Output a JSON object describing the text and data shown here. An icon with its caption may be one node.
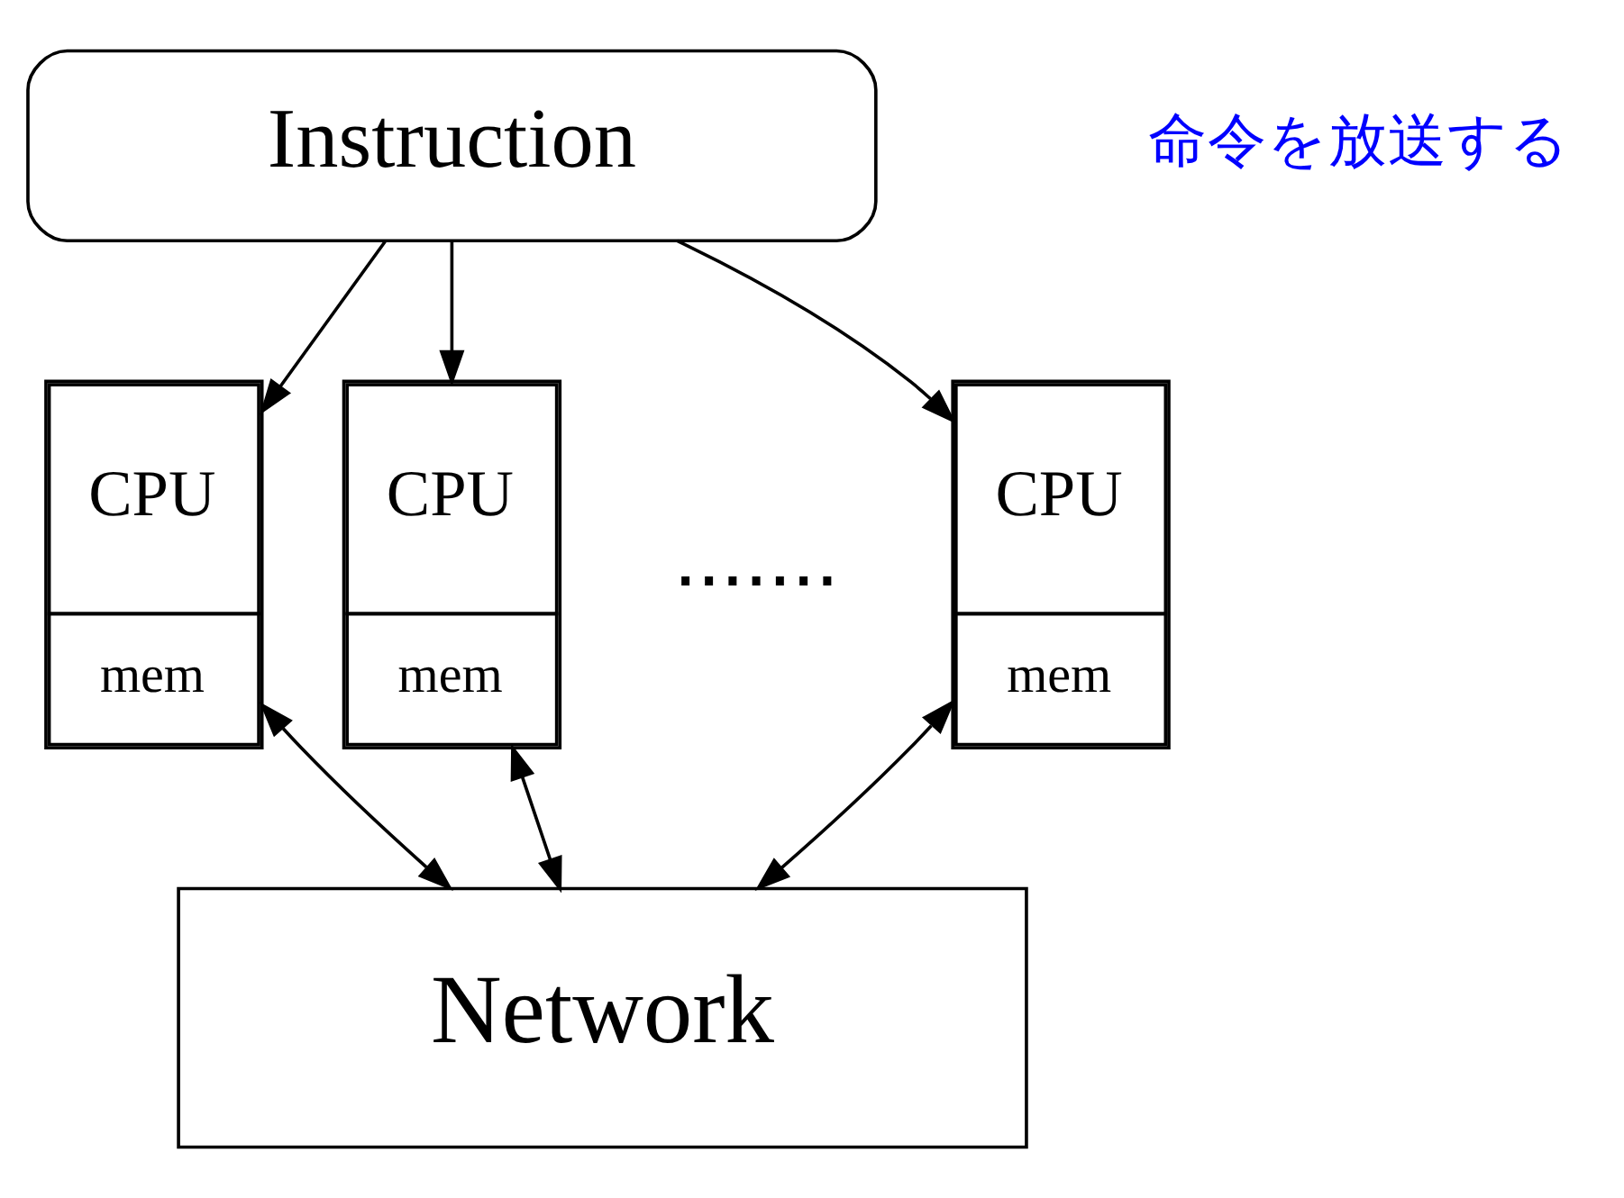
{
  "diagram": {
    "nodes": [
      {
        "text": [
          "Instruction"
        ]
      },
      {
        "text": [
          "CPU",
          "mem"
        ]
      },
      {
        "text": [
          "CPU",
          "mem"
        ]
      },
      {
        "text": [
          "CPU",
          "mem"
        ]
      },
      {
        "text": [
          "Network"
        ]
      }
    ],
    "edges": [
      {
        "from": 0,
        "to": 1,
        "arrow": "to"
      },
      {
        "from": 0,
        "to": 2,
        "arrow": "to"
      },
      {
        "from": 0,
        "to": 3,
        "arrow": "to"
      },
      {
        "from": 1,
        "to": 4,
        "arrow": "both"
      },
      {
        "from": 2,
        "to": 4,
        "arrow": "both"
      },
      {
        "from": 3,
        "to": 4,
        "arrow": "both"
      }
    ],
    "labels": [
      "命令を放送する",
      "......."
    ]
  }
}
